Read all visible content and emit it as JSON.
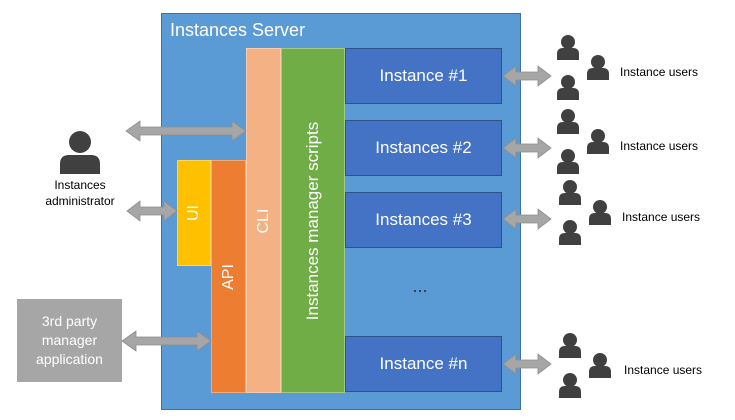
{
  "server": {
    "title": "Instances Server"
  },
  "layers": {
    "ui": "UI",
    "api": "API",
    "cli": "CLI",
    "manager": "Instances manager scripts"
  },
  "instances": [
    {
      "label": "Instance #1",
      "users_label": "Instance users"
    },
    {
      "label": "Instances #2",
      "users_label": "Instance users"
    },
    {
      "label": "Instances #3",
      "users_label": "Instance users"
    },
    {
      "label": "Instance #n",
      "users_label": "Instance users"
    }
  ],
  "ellipsis": "...",
  "administrator": {
    "label": "Instances administrator"
  },
  "third_party": {
    "label": "3rd party manager application"
  },
  "colors": {
    "server": "#5b9bd5",
    "ui": "#ffc000",
    "api": "#ed7d31",
    "cli": "#f4b183",
    "manager": "#70ad47",
    "instance": "#4472c4",
    "third_party": "#a6a6a6",
    "arrow": "#a6a6a6",
    "person": "#404040"
  }
}
